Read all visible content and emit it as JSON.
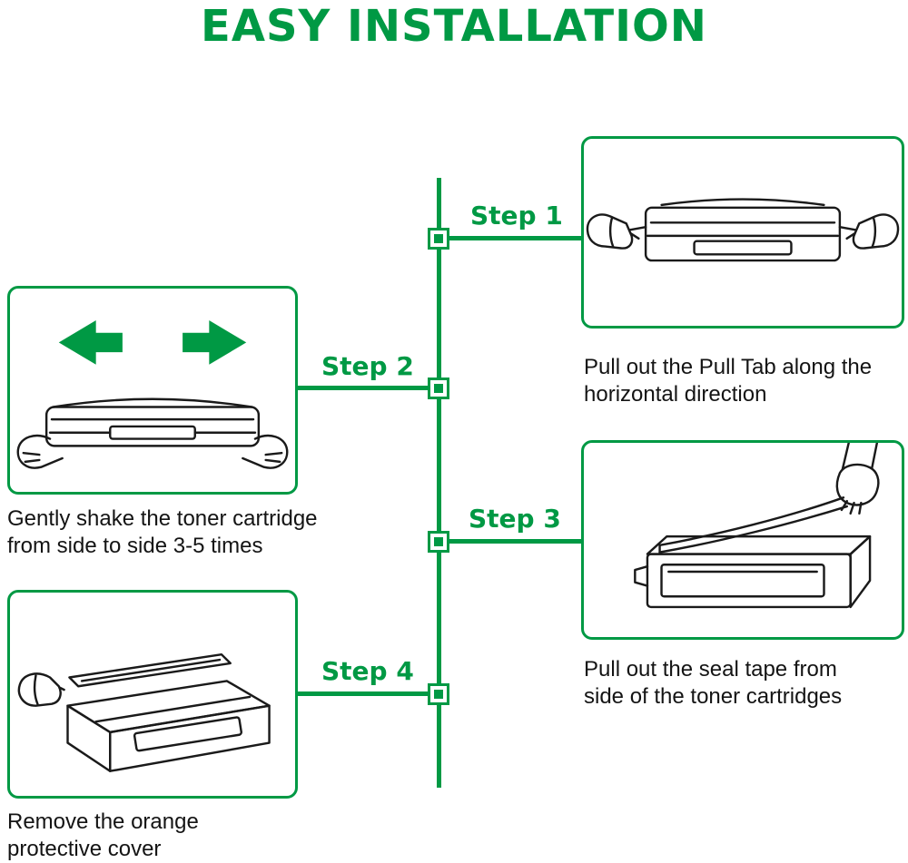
{
  "page": {
    "title": "EASY INSTALLATION",
    "accent_color": "#009944",
    "line_art_color": "#1a1a1a"
  },
  "steps": [
    {
      "label": "Step 1",
      "caption_lines": [
        "Pull out the Pull Tab along the",
        "horizontal direction"
      ],
      "illustration": "hands-pulling-pull-tabs-from-toner-cartridge"
    },
    {
      "label": "Step 2",
      "caption_lines": [
        "Gently shake the toner cartridge",
        "from side to side 3-5 times"
      ],
      "illustration": "toner-cartridge-with-left-and-right-shake-arrows"
    },
    {
      "label": "Step 3",
      "caption_lines": [
        "Pull out the seal tape from",
        "side of the toner cartridges"
      ],
      "illustration": "hand-pulling-seal-tape-from-toner-cartridge"
    },
    {
      "label": "Step 4",
      "caption_lines": [
        "Remove the orange",
        "protective cover"
      ],
      "illustration": "hand-removing-protective-cover-from-toner-cartridge"
    }
  ],
  "icons": {
    "shake_left": "left-block-arrow",
    "shake_right": "right-block-arrow"
  }
}
